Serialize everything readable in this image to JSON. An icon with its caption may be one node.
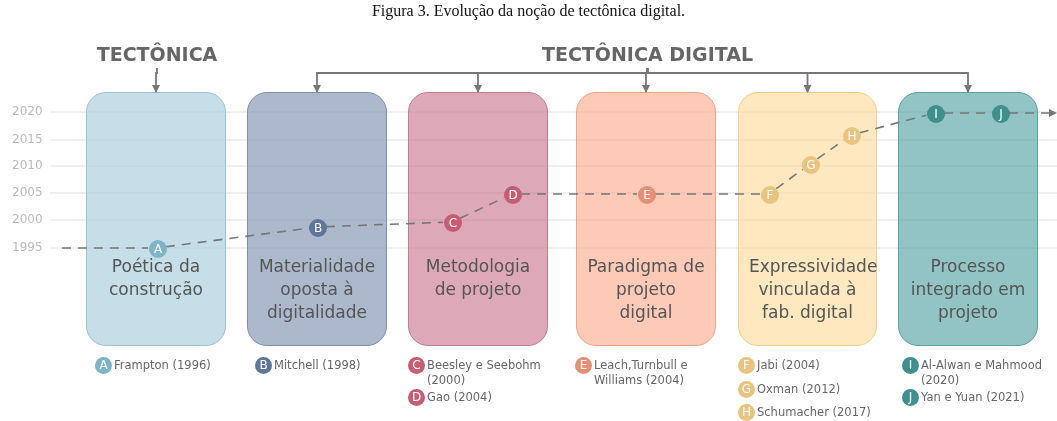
{
  "diagram": {
    "title": "Figura 3. Evolução da noção de tectônica digital.",
    "nodes": [
      {
        "text": [
          "TECTÔNICA"
        ]
      },
      {
        "text": [
          "TECTÔNICA DIGITAL"
        ]
      },
      {
        "text": [
          "Poética da construção"
        ]
      },
      {
        "text": [
          "Materialidade oposta à digitalidade"
        ]
      },
      {
        "text": [
          "Metodologia de projeto"
        ]
      },
      {
        "text": [
          "Paradigma de projeto digital"
        ]
      },
      {
        "text": [
          "Expressividade vinculada à fab. digital"
        ]
      },
      {
        "text": [
          "Processo integrado em projeto"
        ]
      },
      {
        "text": [
          "A"
        ],
        "in": 2
      },
      {
        "text": [
          "B"
        ],
        "in": 3
      },
      {
        "text": [
          "C"
        ],
        "in": 4
      },
      {
        "text": [
          "D"
        ],
        "in": 4
      },
      {
        "text": [
          "E"
        ],
        "in": 5
      },
      {
        "text": [
          "F"
        ],
        "in": 6
      },
      {
        "text": [
          "G"
        ],
        "in": 6
      },
      {
        "text": [
          "H"
        ],
        "in": 6
      },
      {
        "text": [
          "I"
        ],
        "in": 7
      },
      {
        "text": [
          "J"
        ],
        "in": 7
      },
      {
        "text": [
          "A"
        ],
        "beside": [
          "Frampton (1996)"
        ]
      },
      {
        "text": [
          "B"
        ],
        "beside": [
          "Mitchell (1998)"
        ]
      },
      {
        "text": [
          "C"
        ],
        "beside": [
          "Beesley e Seebohm (2000)"
        ]
      },
      {
        "text": [
          "D"
        ],
        "beside": [
          "Gao (2004)"
        ]
      },
      {
        "text": [
          "E"
        ],
        "beside": [
          "Leach,Turnbull e Williams (2004)"
        ]
      },
      {
        "text": [
          "F"
        ],
        "beside": [
          "Jabi (2004)"
        ]
      },
      {
        "text": [
          "G"
        ],
        "beside": [
          "Oxman (2012)"
        ]
      },
      {
        "text": [
          "H"
        ],
        "beside": [
          "Schumacher (2017)"
        ]
      },
      {
        "text": [
          "I"
        ],
        "beside": [
          "Al-Alwan e Mahmood (2020)"
        ]
      },
      {
        "text": [
          "J"
        ],
        "beside": [
          "Yan e Yuan (2021)"
        ]
      }
    ],
    "edges": [
      {
        "from": 0,
        "to": 2,
        "arrow": "to"
      },
      {
        "from": 1,
        "to": 3,
        "arrow": "to"
      },
      {
        "from": 1,
        "to": 4,
        "arrow": "to"
      },
      {
        "from": 1,
        "to": 5,
        "arrow": "to"
      },
      {
        "from": 1,
        "to": 6,
        "arrow": "to"
      },
      {
        "from": 1,
        "to": 7,
        "arrow": "to"
      },
      {
        "from": null,
        "to": 8,
        "arrow": "none",
        "style": "dashed"
      },
      {
        "from": 8,
        "to": 9,
        "arrow": "none",
        "style": "dashed"
      },
      {
        "from": 9,
        "to": 10,
        "arrow": "none",
        "style": "dashed"
      },
      {
        "from": 10,
        "to": 11,
        "arrow": "none",
        "style": "dashed"
      },
      {
        "from": 11,
        "to": 12,
        "arrow": "none",
        "style": "dashed"
      },
      {
        "from": 12,
        "to": 13,
        "arrow": "none",
        "style": "dashed"
      },
      {
        "from": 13,
        "to": 14,
        "arrow": "none",
        "style": "dashed"
      },
      {
        "from": 14,
        "to": 15,
        "arrow": "none",
        "style": "dashed"
      },
      {
        "from": 15,
        "to": 16,
        "arrow": "none",
        "style": "dashed"
      },
      {
        "from": 16,
        "to": 17,
        "arrow": "none",
        "style": "dashed"
      },
      {
        "from": 17,
        "to": null,
        "arrow": "to",
        "style": "dashed"
      }
    ],
    "labels": [
      "2020",
      "2015",
      "2010",
      "2005",
      "2000",
      "1995"
    ]
  }
}
